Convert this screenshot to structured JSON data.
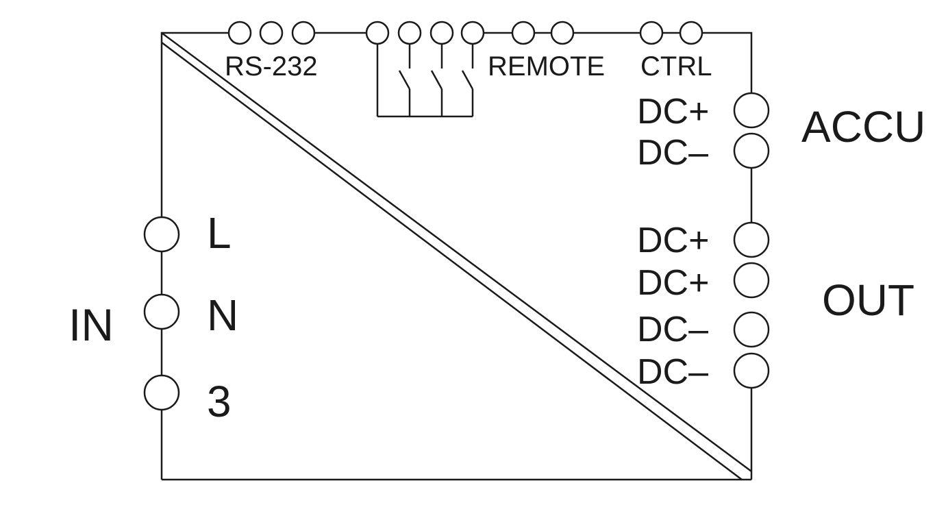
{
  "labels": {
    "rs232": "RS-232",
    "remote": "REMOTE",
    "ctrl": "CTRL",
    "accu": "ACCU",
    "out": "OUT",
    "in": "IN",
    "input_terminals": [
      "L",
      "N",
      "3"
    ],
    "accu_terminals": [
      "DC+",
      "DC–"
    ],
    "out_terminals": [
      "DC+",
      "DC+",
      "DC–",
      "DC–"
    ]
  },
  "colors": {
    "line": "#1a1a1a",
    "background": "#ffffff"
  }
}
